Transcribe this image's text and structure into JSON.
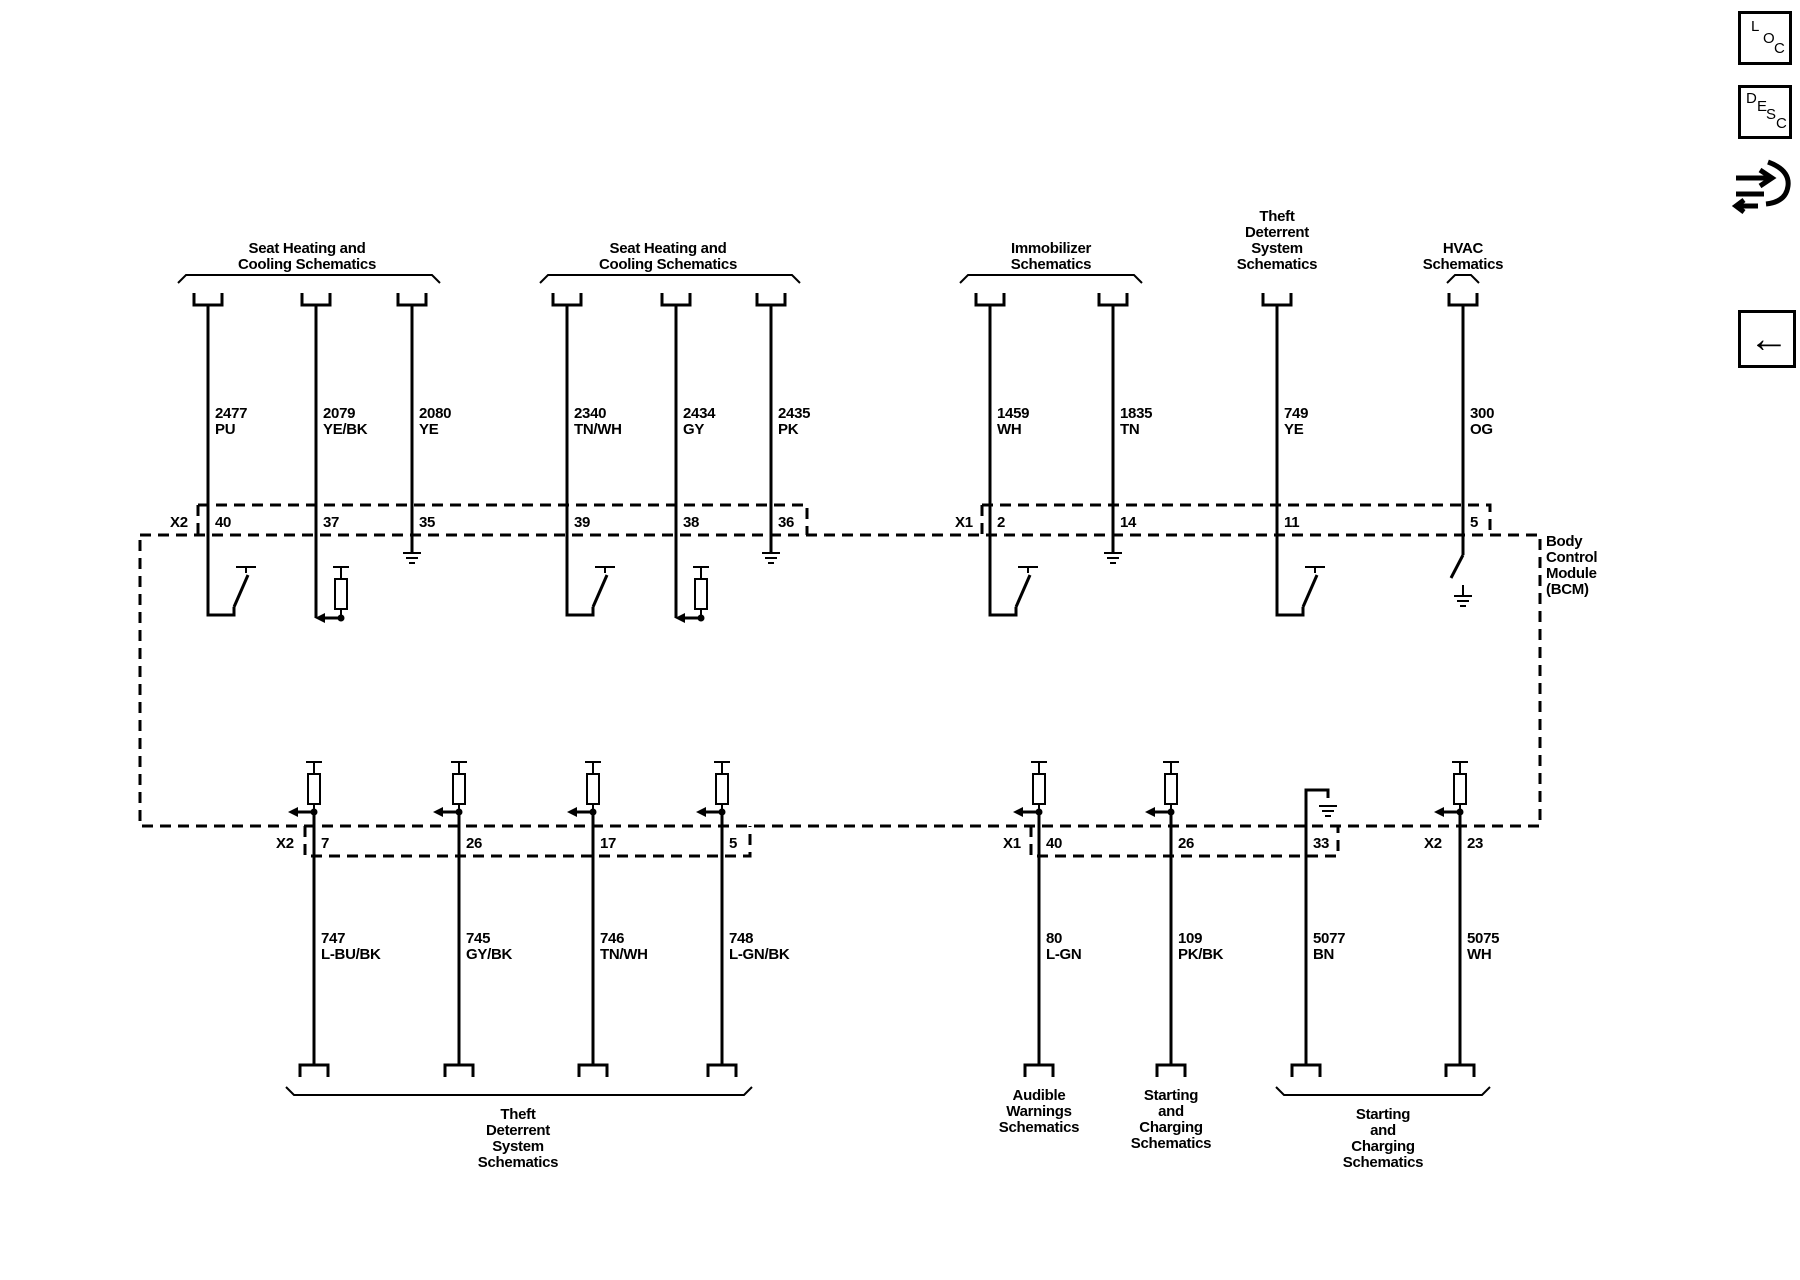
{
  "nav": {
    "loc": {
      "l1": "L",
      "l2": "O",
      "l3": "C"
    },
    "desc": {
      "l1": "D",
      "l2": "E",
      "l3": "S",
      "l4": "C"
    },
    "back_glyph": "←",
    "icons": [
      "loc-icon",
      "desc-icon",
      "connector-tool-icon",
      "back-arrow-icon"
    ]
  },
  "module": {
    "label_lines": [
      "Body",
      "Control",
      "Module",
      "(BCM)"
    ]
  },
  "top_groups": [
    {
      "lines": [
        "Seat Heating and",
        "Cooling Schematics"
      ]
    },
    {
      "lines": [
        "Seat Heating and",
        "Cooling Schematics"
      ]
    },
    {
      "lines": [
        "Immobilizer",
        "Schematics"
      ]
    },
    {
      "lines": [
        "Theft",
        "Deterrent",
        "System",
        "Schematics"
      ]
    },
    {
      "lines": [
        "HVAC",
        "Schematics"
      ]
    }
  ],
  "top_connectors": [
    "X2",
    "X1"
  ],
  "top_wires": [
    {
      "circuit": "2477",
      "color": "PU",
      "pin": "40",
      "type": "switch"
    },
    {
      "circuit": "2079",
      "color": "YE/BK",
      "pin": "37",
      "type": "pullup"
    },
    {
      "circuit": "2080",
      "color": "YE",
      "pin": "35",
      "type": "ground"
    },
    {
      "circuit": "2340",
      "color": "TN/WH",
      "pin": "39",
      "type": "switch"
    },
    {
      "circuit": "2434",
      "color": "GY",
      "pin": "38",
      "type": "pullup"
    },
    {
      "circuit": "2435",
      "color": "PK",
      "pin": "36",
      "type": "ground"
    },
    {
      "circuit": "1459",
      "color": "WH",
      "pin": "2",
      "type": "switch"
    },
    {
      "circuit": "1835",
      "color": "TN",
      "pin": "14",
      "type": "ground"
    },
    {
      "circuit": "749",
      "color": "YE",
      "pin": "11",
      "type": "switch"
    },
    {
      "circuit": "300",
      "color": "OG",
      "pin": "5",
      "type": "switch-ground"
    }
  ],
  "bottom_connectors": [
    "X2",
    "X1",
    "X2"
  ],
  "bottom_wires": [
    {
      "circuit": "747",
      "color": "L-BU/BK",
      "pin": "7",
      "type": "pullup"
    },
    {
      "circuit": "745",
      "color": "GY/BK",
      "pin": "26",
      "type": "pullup"
    },
    {
      "circuit": "746",
      "color": "TN/WH",
      "pin": "17",
      "type": "pullup"
    },
    {
      "circuit": "748",
      "color": "L-GN/BK",
      "pin": "5",
      "type": "pullup"
    },
    {
      "circuit": "80",
      "color": "L-GN",
      "pin": "40",
      "type": "pullup"
    },
    {
      "circuit": "109",
      "color": "PK/BK",
      "pin": "26",
      "type": "pullup"
    },
    {
      "circuit": "5077",
      "color": "BN",
      "pin": "33",
      "type": "ground"
    },
    {
      "circuit": "5075",
      "color": "WH",
      "pin": "23",
      "type": "pullup"
    }
  ],
  "bottom_groups": [
    {
      "lines": [
        "Theft",
        "Deterrent",
        "System",
        "Schematics"
      ]
    },
    {
      "lines": [
        "Audible",
        "Warnings",
        "Schematics"
      ]
    },
    {
      "lines": [
        "Starting",
        "and",
        "Charging",
        "Schematics"
      ]
    },
    {
      "lines": [
        "Starting",
        "and",
        "Charging",
        "Schematics"
      ]
    }
  ]
}
